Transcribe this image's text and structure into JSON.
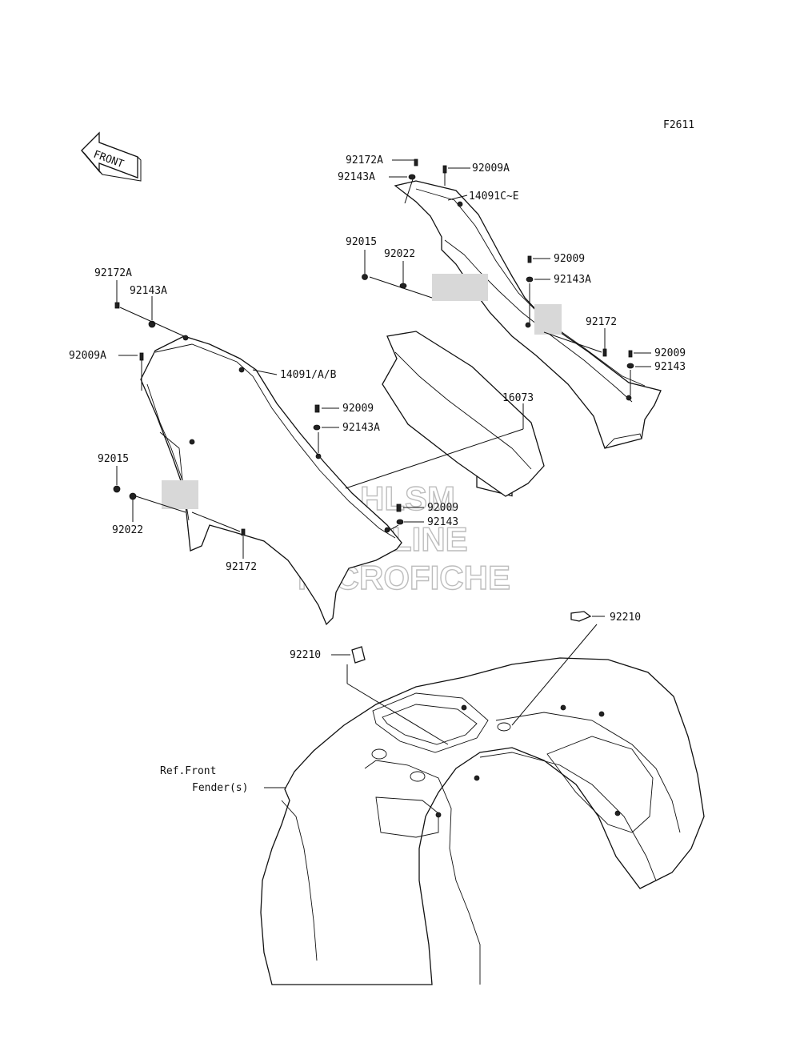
{
  "figure_id": "F2611",
  "front_indicator": "FRONT",
  "watermark": [
    "HLSM",
    "ONLINE",
    "MICROFICHE"
  ],
  "labels": {
    "r_92172A": "92172A",
    "r_92143A": "92143A",
    "r_92009A": "92009A",
    "r_14091C": "14091C~E",
    "r_92015": "92015",
    "r_92022": "92022",
    "r_92009": "92009",
    "r_92143A_b": "92143A",
    "r_92172": "92172",
    "r_92009_b": "92009",
    "r_92143": "92143",
    "r_16073": "16073",
    "l_92172A": "92172A",
    "l_92143A": "92143A",
    "l_92009A": "92009A",
    "l_14091": "14091/A/B",
    "l_92009": "92009",
    "l_92143A_b": "92143A",
    "l_92015": "92015",
    "l_92022": "92022",
    "l_92172": "92172",
    "c_92009": "92009",
    "c_92143": "92143",
    "f_92210_r": "92210",
    "f_92210_l": "92210",
    "ref_line1": "Ref.Front",
    "ref_line2": "Fender(s)"
  }
}
